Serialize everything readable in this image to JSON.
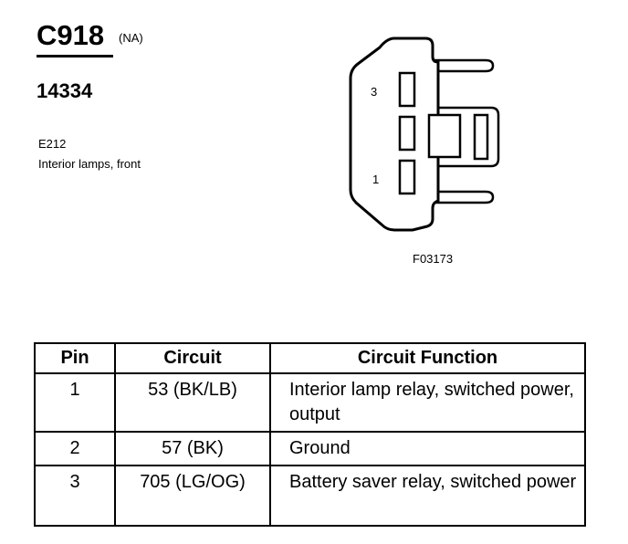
{
  "header": {
    "connector_id": "C918",
    "connector_note": "(NA)",
    "part_number": "14334",
    "location_code": "E212",
    "location_desc": "Interior lamps, front"
  },
  "diagram": {
    "pin_label_top": "3",
    "pin_label_bottom": "1",
    "figure_ref": "F03173"
  },
  "table": {
    "headers": [
      "Pin",
      "Circuit",
      "Circuit Function"
    ],
    "rows": [
      {
        "pin": "1",
        "circuit": "53 (BK/LB)",
        "function": "Interior lamp relay, switched power, output"
      },
      {
        "pin": "2",
        "circuit": "57 (BK)",
        "function": "Ground"
      },
      {
        "pin": "3",
        "circuit": "705 (LG/OG)",
        "function": "Battery saver relay, switched power"
      }
    ]
  }
}
